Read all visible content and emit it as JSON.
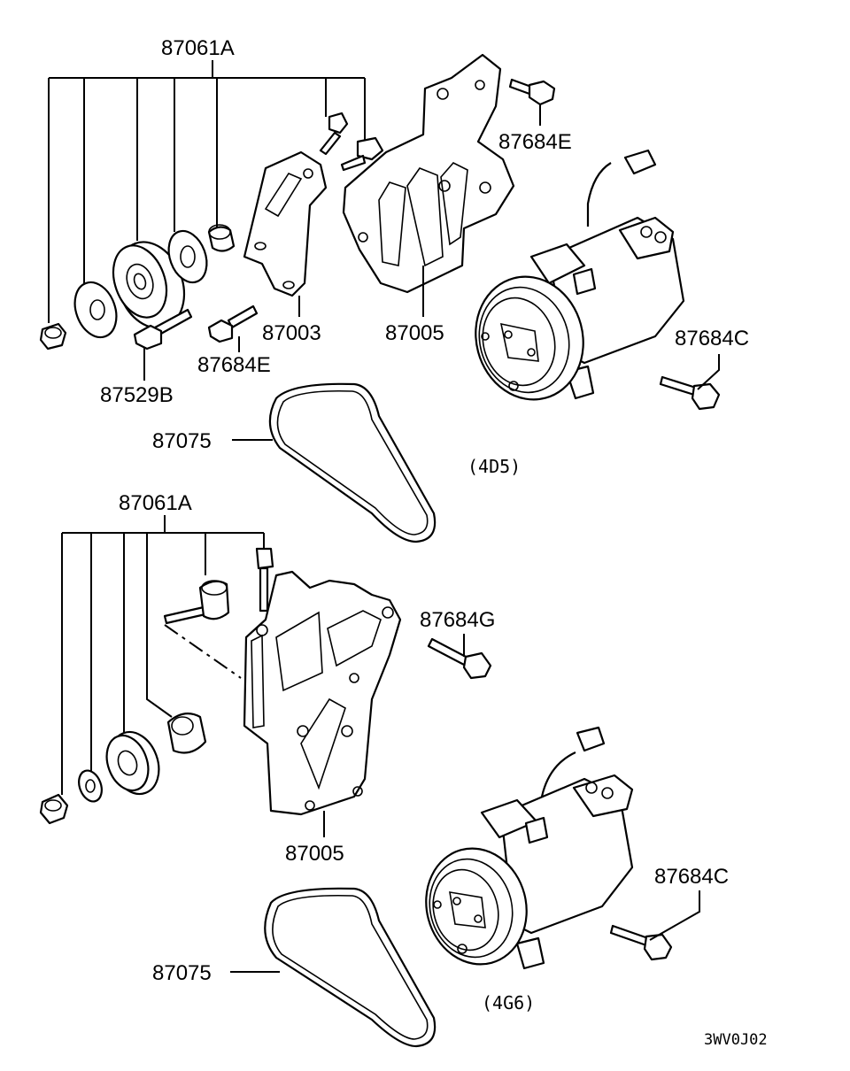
{
  "labels": {
    "top_pulley_kit": "87061A",
    "top_bolt_right": "87684E",
    "top_bolt_left": "87684E",
    "top_bracket_small": "87003",
    "top_bracket_large": "87005",
    "top_pulley_bolt": "87529B",
    "top_compressor_bolt": "87684C",
    "top_belt": "87075",
    "bottom_pulley_kit": "87061A",
    "bottom_bolt": "87684G",
    "bottom_bracket": "87005",
    "bottom_compressor_bolt": "87684C",
    "bottom_belt": "87075"
  },
  "sections": {
    "top": "(4D5)",
    "bottom": "(4G6)"
  },
  "diagram_code": "3WV0J02"
}
